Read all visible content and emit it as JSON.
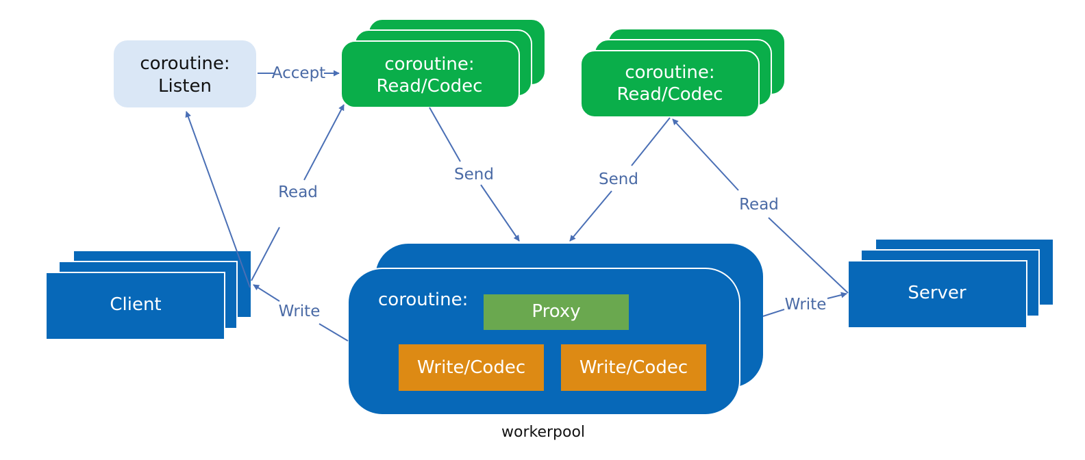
{
  "nodes": {
    "listen": {
      "line1": "coroutine:",
      "line2": "Listen"
    },
    "read_codec_left": {
      "line1": "coroutine:",
      "line2": "Read/Codec"
    },
    "read_codec_right": {
      "line1": "coroutine:",
      "line2": "Read/Codec"
    },
    "client": {
      "label": "Client"
    },
    "server": {
      "label": "Server"
    },
    "worker": {
      "label": "coroutine:",
      "proxy": "Proxy",
      "write_codec_left": "Write/Codec",
      "write_codec_right": "Write/Codec"
    }
  },
  "edges": {
    "accept": "Accept",
    "read_client": "Read",
    "send_left": "Send",
    "send_right": "Send",
    "read_server": "Read",
    "write_client": "Write",
    "write_server": "Write"
  },
  "caption": "workerpool",
  "colors": {
    "listen_fill": "#dae7f6",
    "green": "#0aae4a",
    "blue": "#0768b8",
    "proxy": "#6aa84f",
    "orange": "#dd8a14",
    "edge": "#4a6fb5"
  }
}
